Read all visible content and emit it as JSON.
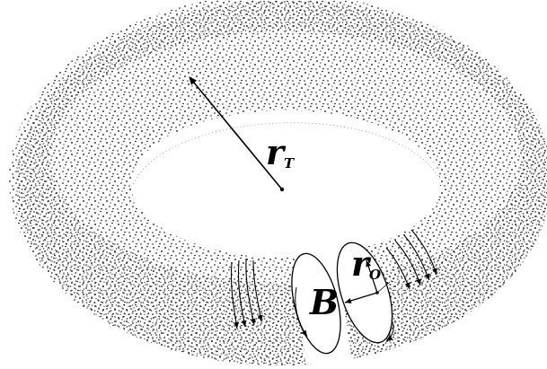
{
  "colors": {
    "background": "#ffffff",
    "ink": "#000000"
  },
  "labels": {
    "major_radius": {
      "main": "r",
      "sub": "T"
    },
    "minor_radius": {
      "main": "r",
      "sub": "O"
    },
    "field": "B"
  }
}
